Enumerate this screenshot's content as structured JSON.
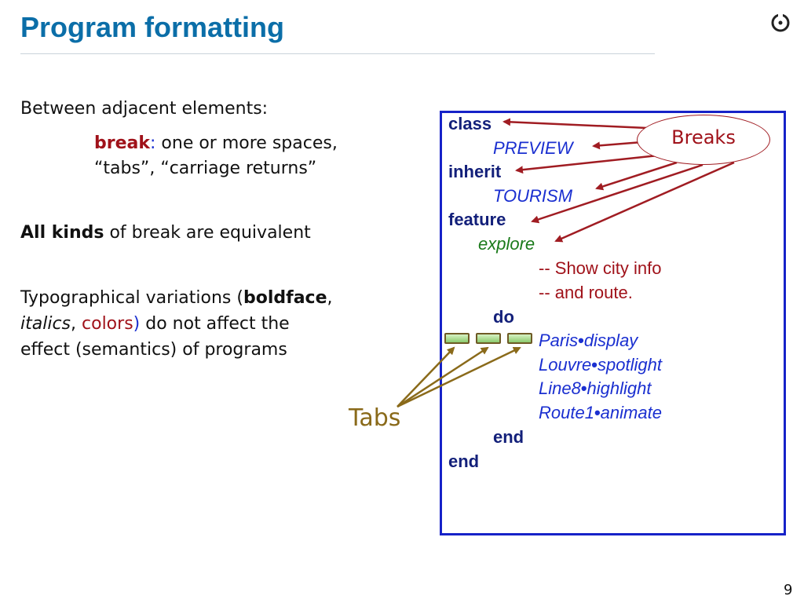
{
  "title": "Program formatting",
  "left_text": {
    "intro": "Between adjacent elements:",
    "break_term": "break",
    "break_colon": ":",
    "break_def_1": " one or more spaces,",
    "break_def_2": "“tabs”, “carriage returns”",
    "all_kinds_bold": "All kinds",
    "all_kinds_rest": " of break are equivalent",
    "typo_1a": "Typographical variations (",
    "typo_1b": "boldface",
    "typo_1c": ",",
    "typo_2a": "italics",
    "typo_2b": ", ",
    "typo_2c": "colors",
    "typo_2d": ")",
    "typo_2e": " do not affect the",
    "typo_3": "effect (semantics) of programs"
  },
  "code": {
    "class_kw": "class",
    "class_name": "PREVIEW",
    "inherit_kw": "inherit",
    "parent_name": "TOURISM",
    "feature_kw": "feature",
    "feature_name": "explore",
    "comment_1": "-- Show city info",
    "comment_2": "-- and route.",
    "do_kw": "do",
    "instructions": [
      {
        "target": "Paris",
        "call": "display"
      },
      {
        "target": "Louvre",
        "call": "spotlight"
      },
      {
        "target": "Line8",
        "call": "highlight"
      },
      {
        "target": "Route1",
        "call": "animate"
      }
    ],
    "dot": "•",
    "end_inner": "end",
    "end_outer": "end"
  },
  "callouts": {
    "breaks": "Breaks",
    "tabs": "Tabs"
  },
  "page_number": "9",
  "icons": {
    "logo": "eth-logo-icon"
  },
  "colors": {
    "title": "#0b6ea8",
    "keyword": "#13207a",
    "class_name": "#1a2fd0",
    "feature_name": "#1a7a1a",
    "comment": "#a0121a",
    "box_border": "#1622c8",
    "breaks_arrow": "#a01c22",
    "tabs_arrow": "#8a6a1a"
  }
}
